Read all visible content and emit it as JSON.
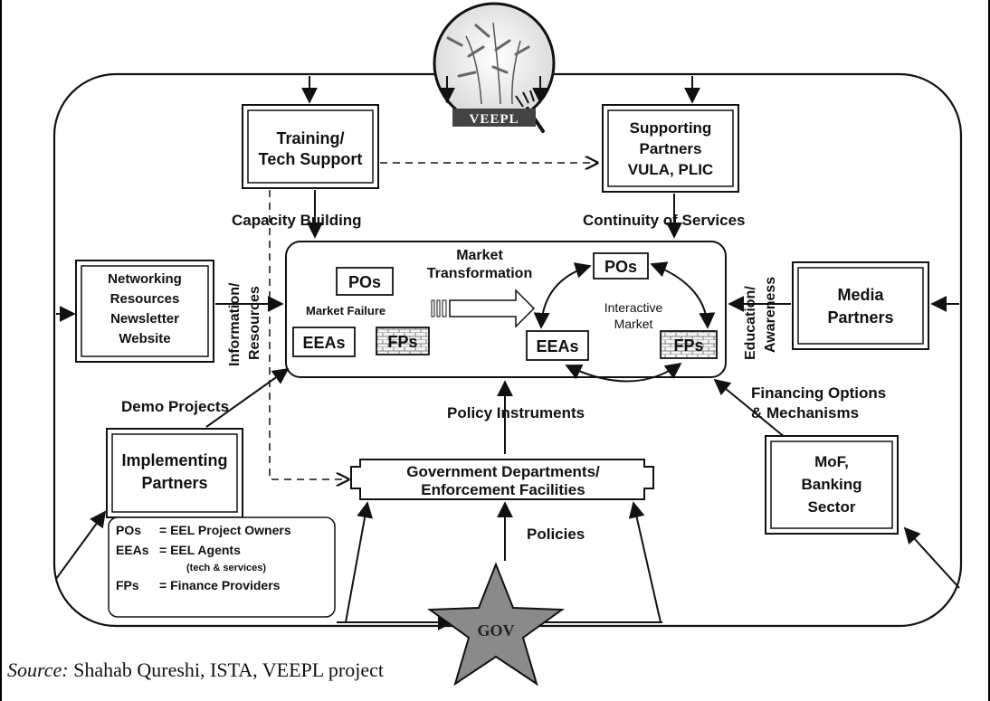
{
  "logo": {
    "text": "VEEPL"
  },
  "boxes": {
    "training": [
      "Training/",
      "Tech Support"
    ],
    "supporting": [
      "Supporting",
      "Partners",
      "VULA, PLIC"
    ],
    "networking": [
      "Networking",
      "Resources",
      "Newsletter",
      "Website"
    ],
    "media": [
      "Media",
      "Partners"
    ],
    "implementing": [
      "Implementing",
      "Partners"
    ],
    "government": [
      "Government Departments/",
      "Enforcement Facilities"
    ],
    "mof": [
      "MoF,",
      "Banking",
      "Sector"
    ]
  },
  "flows": {
    "capacity_building": "Capacity Building",
    "continuity": "Continuity of Services",
    "information": [
      "Information/",
      "Resources"
    ],
    "education": [
      "Education/",
      "Awareness"
    ],
    "demo_projects": "Demo Projects",
    "policy_instruments": "Policy Instruments",
    "financing": [
      "Financing Options",
      "& Mechanisms"
    ],
    "policies": "Policies"
  },
  "market": {
    "transformation": [
      "Market",
      "Transformation"
    ],
    "failure": "Market Failure",
    "interactive": [
      "Interactive",
      "Market"
    ],
    "pos": "POs",
    "eeas": "EEAs",
    "fps": "FPs"
  },
  "legend": [
    {
      "abbr": "POs",
      "def": "= EEL Project Owners"
    },
    {
      "abbr": "EEAs",
      "def": "= EEL Agents"
    },
    {
      "abbr": "",
      "def": "(tech & services)"
    },
    {
      "abbr": "FPs",
      "def": "= Finance Providers"
    }
  ],
  "gov": "GOV",
  "source": {
    "prefix": "Source:",
    "text": " Shahab Qureshi, ISTA, VEEPL project"
  }
}
